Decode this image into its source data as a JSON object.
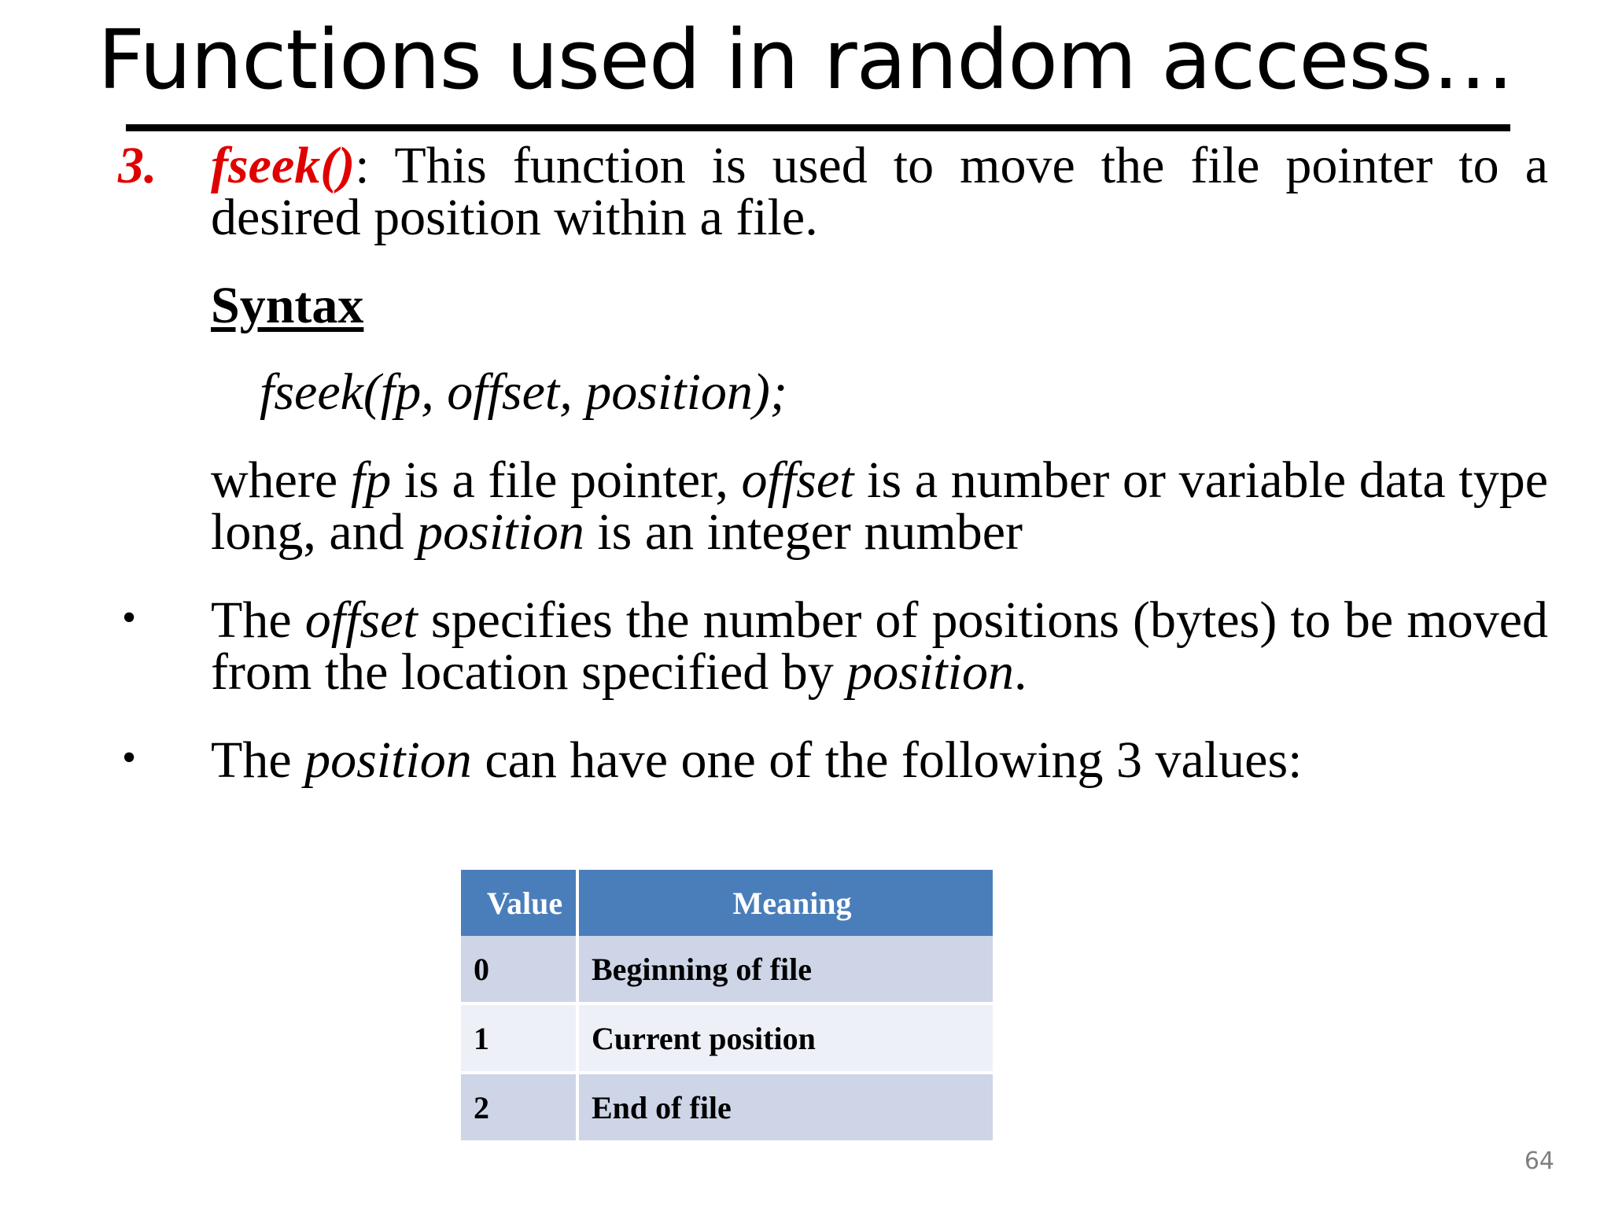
{
  "slide": {
    "title": "Functions used in random access…",
    "page_number": "64",
    "accent_color": "#4A7EBB",
    "keyword_color": "#E00000"
  },
  "content": {
    "numbered_item": {
      "marker": "3.",
      "keyword": "fseek()",
      "text_after_keyword": ": This function is used to move the file pointer to a desired position within a file."
    },
    "syntax_heading": "Syntax",
    "syntax_code": "fseek(fp, offset, position);",
    "where_paragraph": {
      "p1": "where ",
      "i1": "fp",
      "p2": " is a file pointer, ",
      "i2": "offset",
      "p3": " is a number or variable data type long, and ",
      "i3": "position",
      "p4": " is an integer number"
    },
    "bullets": [
      {
        "marker": "•",
        "p1": "The ",
        "i1": "offset",
        "p2": " specifies the number of positions (bytes) to be moved from the location specified by ",
        "i2": "position",
        "p3": "."
      },
      {
        "marker": "•",
        "p1": "The ",
        "i1": "position",
        "p2": " can have one of the following 3 values:",
        "i2": "",
        "p3": ""
      }
    ]
  },
  "table": {
    "headers": [
      "Value",
      "Meaning"
    ],
    "rows": [
      [
        "0",
        "Beginning of file"
      ],
      [
        "1",
        "Current position"
      ],
      [
        "2",
        "End of file"
      ]
    ]
  }
}
